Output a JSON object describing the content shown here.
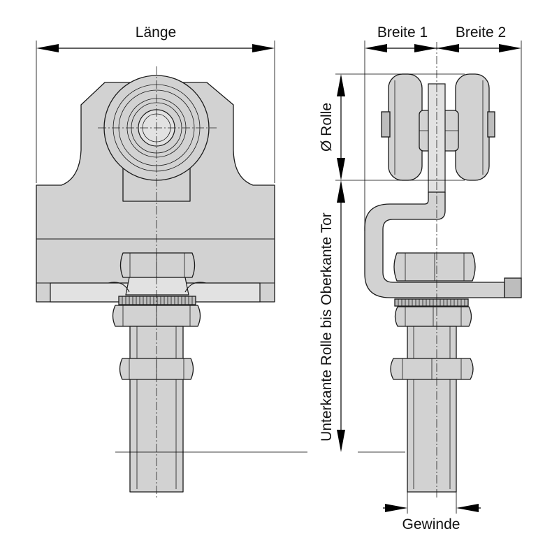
{
  "labels": {
    "length": "Länge",
    "width1": "Breite 1",
    "width2": "Breite 2",
    "roller_diameter": "Ø Rolle",
    "height": "Unterkante Rolle bis Oberkante Tor",
    "thread": "Gewinde"
  },
  "colors": {
    "part_fill": "#d2d2d2",
    "outline": "#1a1a1a"
  }
}
